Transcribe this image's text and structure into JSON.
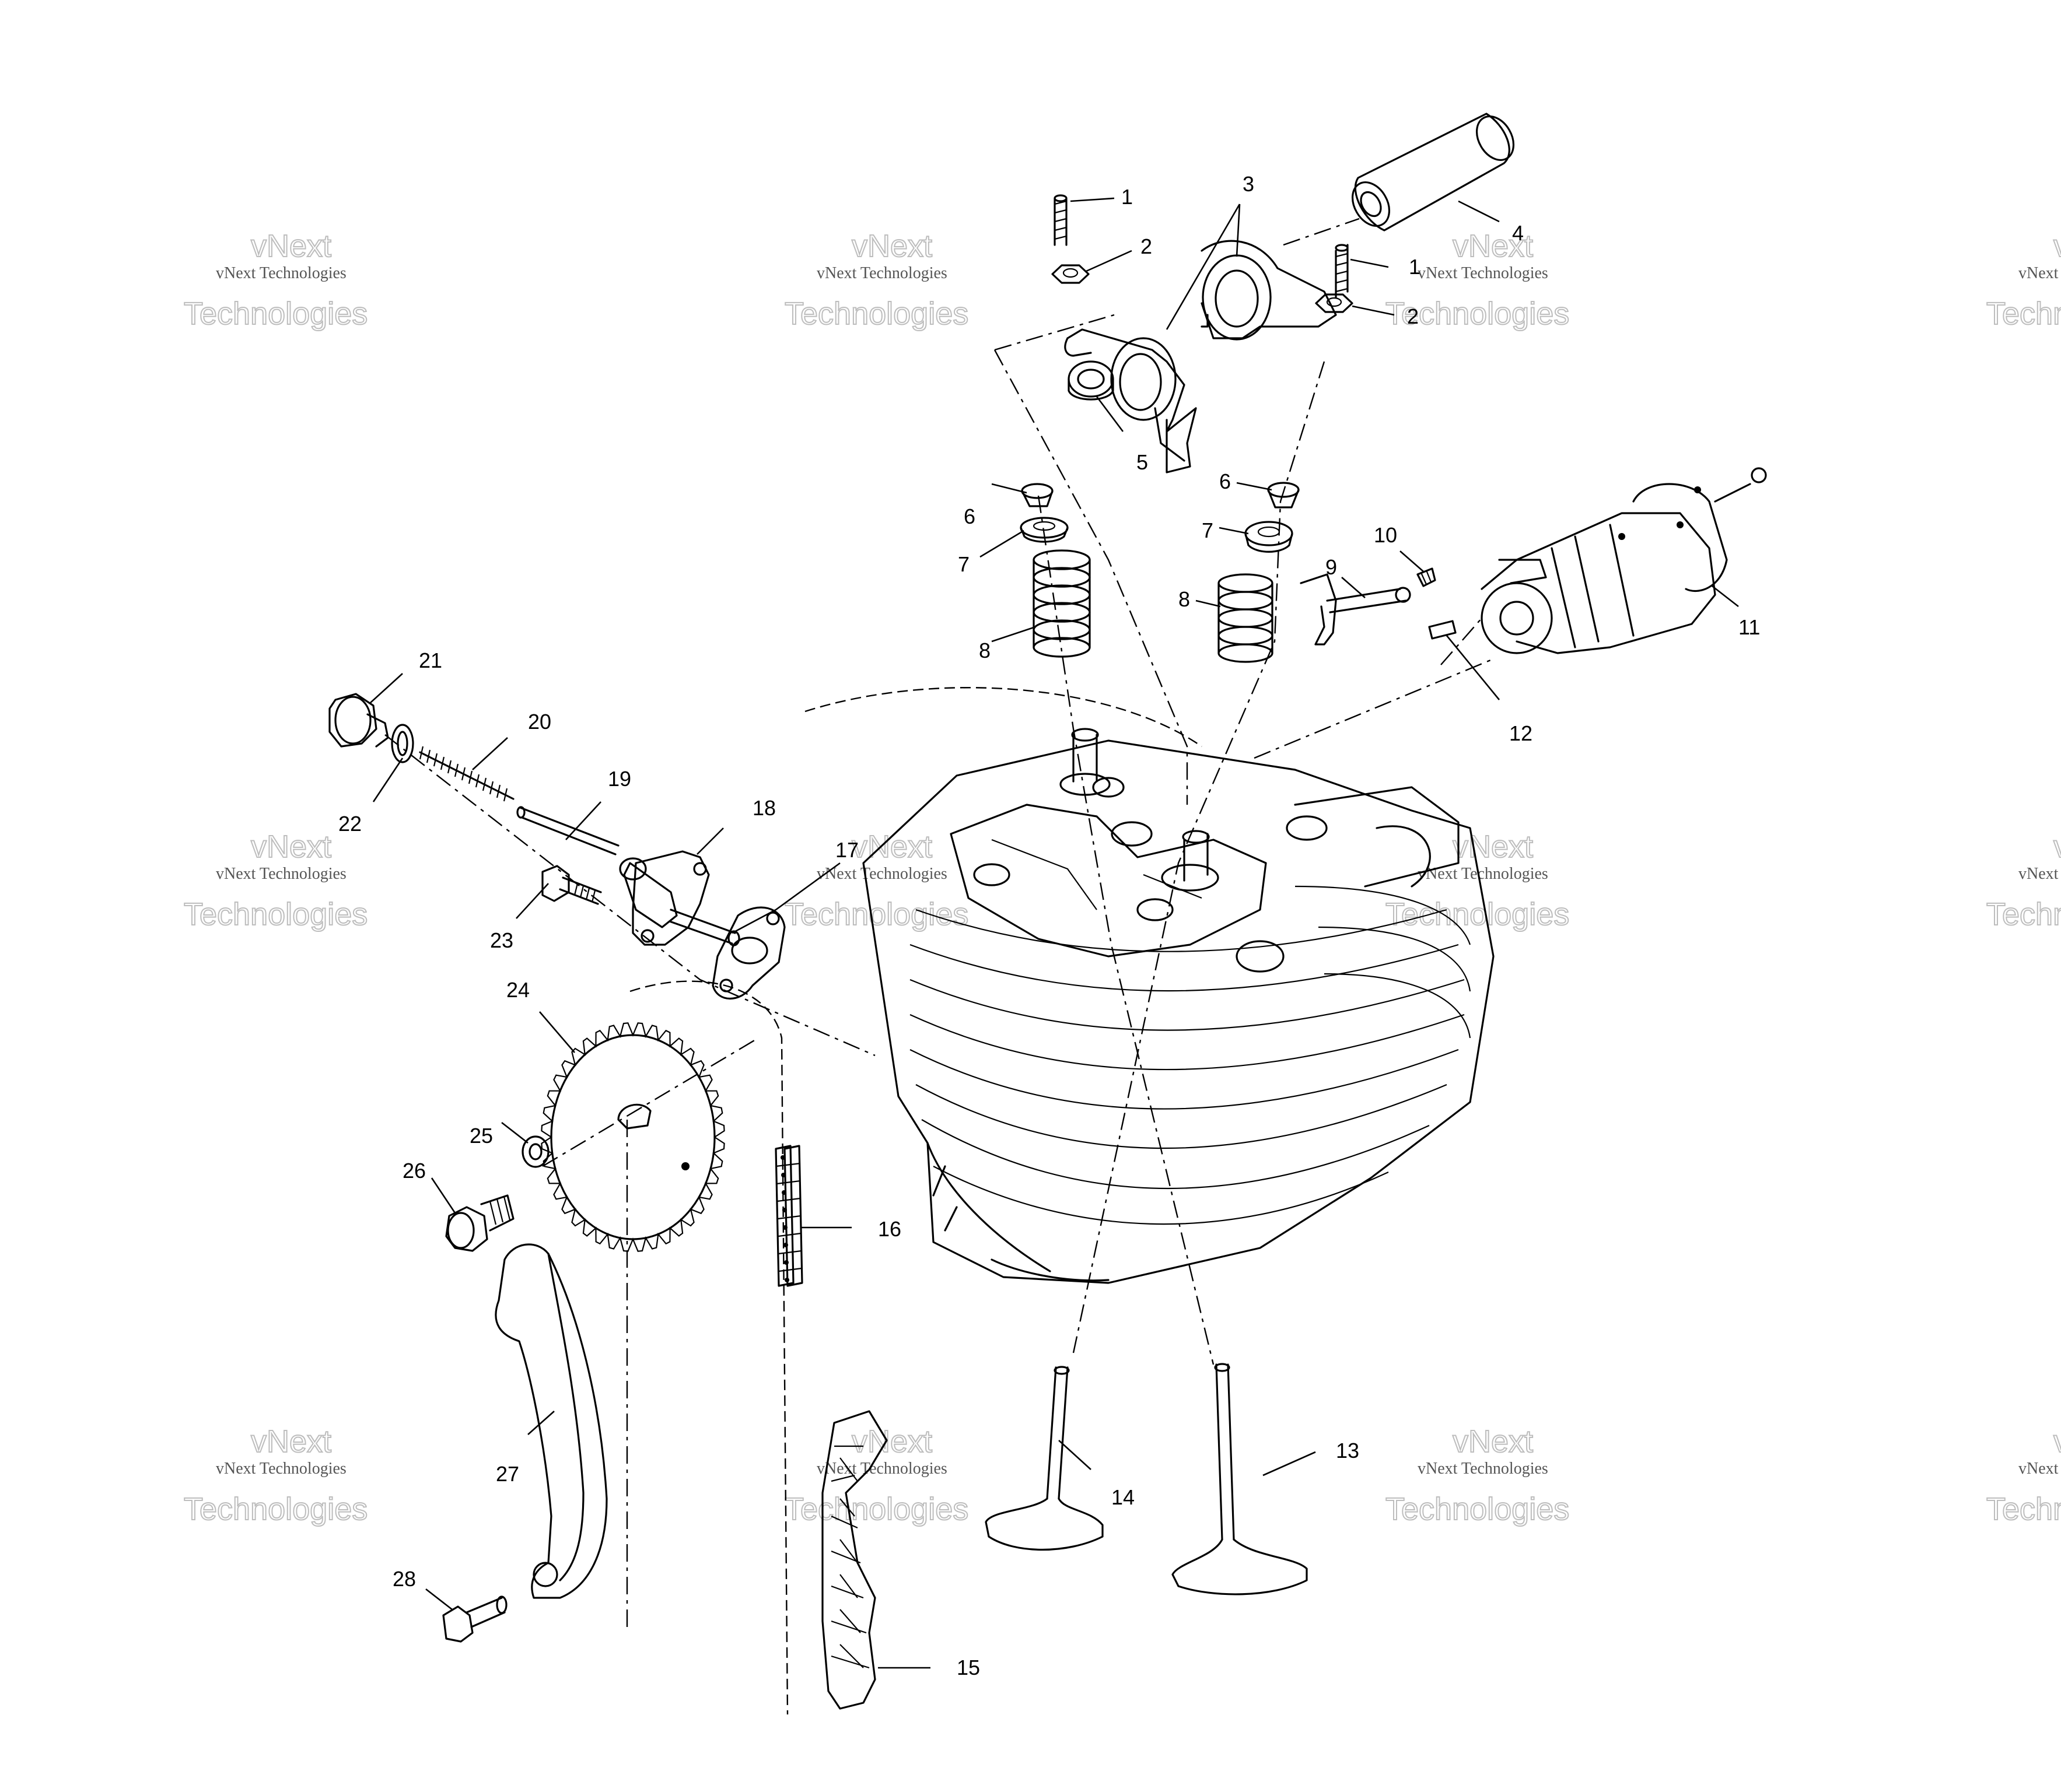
{
  "watermark": {
    "line1": "vNext",
    "line2": "vNext Technologies",
    "line3": "Technologies"
  },
  "callouts": [
    {
      "id": "1a",
      "text": "1"
    },
    {
      "id": "1b",
      "text": "1"
    },
    {
      "id": "2a",
      "text": "2"
    },
    {
      "id": "2b",
      "text": "2"
    },
    {
      "id": "3",
      "text": "3"
    },
    {
      "id": "4",
      "text": "4"
    },
    {
      "id": "5",
      "text": "5"
    },
    {
      "id": "6a",
      "text": "6"
    },
    {
      "id": "6b",
      "text": "6"
    },
    {
      "id": "7a",
      "text": "7"
    },
    {
      "id": "7b",
      "text": "7"
    },
    {
      "id": "8a",
      "text": "8"
    },
    {
      "id": "8b",
      "text": "8"
    },
    {
      "id": "9",
      "text": "9"
    },
    {
      "id": "10",
      "text": "10"
    },
    {
      "id": "11",
      "text": "11"
    },
    {
      "id": "12",
      "text": "12"
    },
    {
      "id": "13",
      "text": "13"
    },
    {
      "id": "14",
      "text": "14"
    },
    {
      "id": "15",
      "text": "15"
    },
    {
      "id": "16",
      "text": "16"
    },
    {
      "id": "17",
      "text": "17"
    },
    {
      "id": "18",
      "text": "18"
    },
    {
      "id": "19",
      "text": "19"
    },
    {
      "id": "20",
      "text": "20"
    },
    {
      "id": "21",
      "text": "21"
    },
    {
      "id": "22",
      "text": "22"
    },
    {
      "id": "23",
      "text": "23"
    },
    {
      "id": "24",
      "text": "24"
    },
    {
      "id": "25",
      "text": "25"
    },
    {
      "id": "26",
      "text": "26"
    },
    {
      "id": "27",
      "text": "27"
    },
    {
      "id": "28",
      "text": "28"
    }
  ]
}
